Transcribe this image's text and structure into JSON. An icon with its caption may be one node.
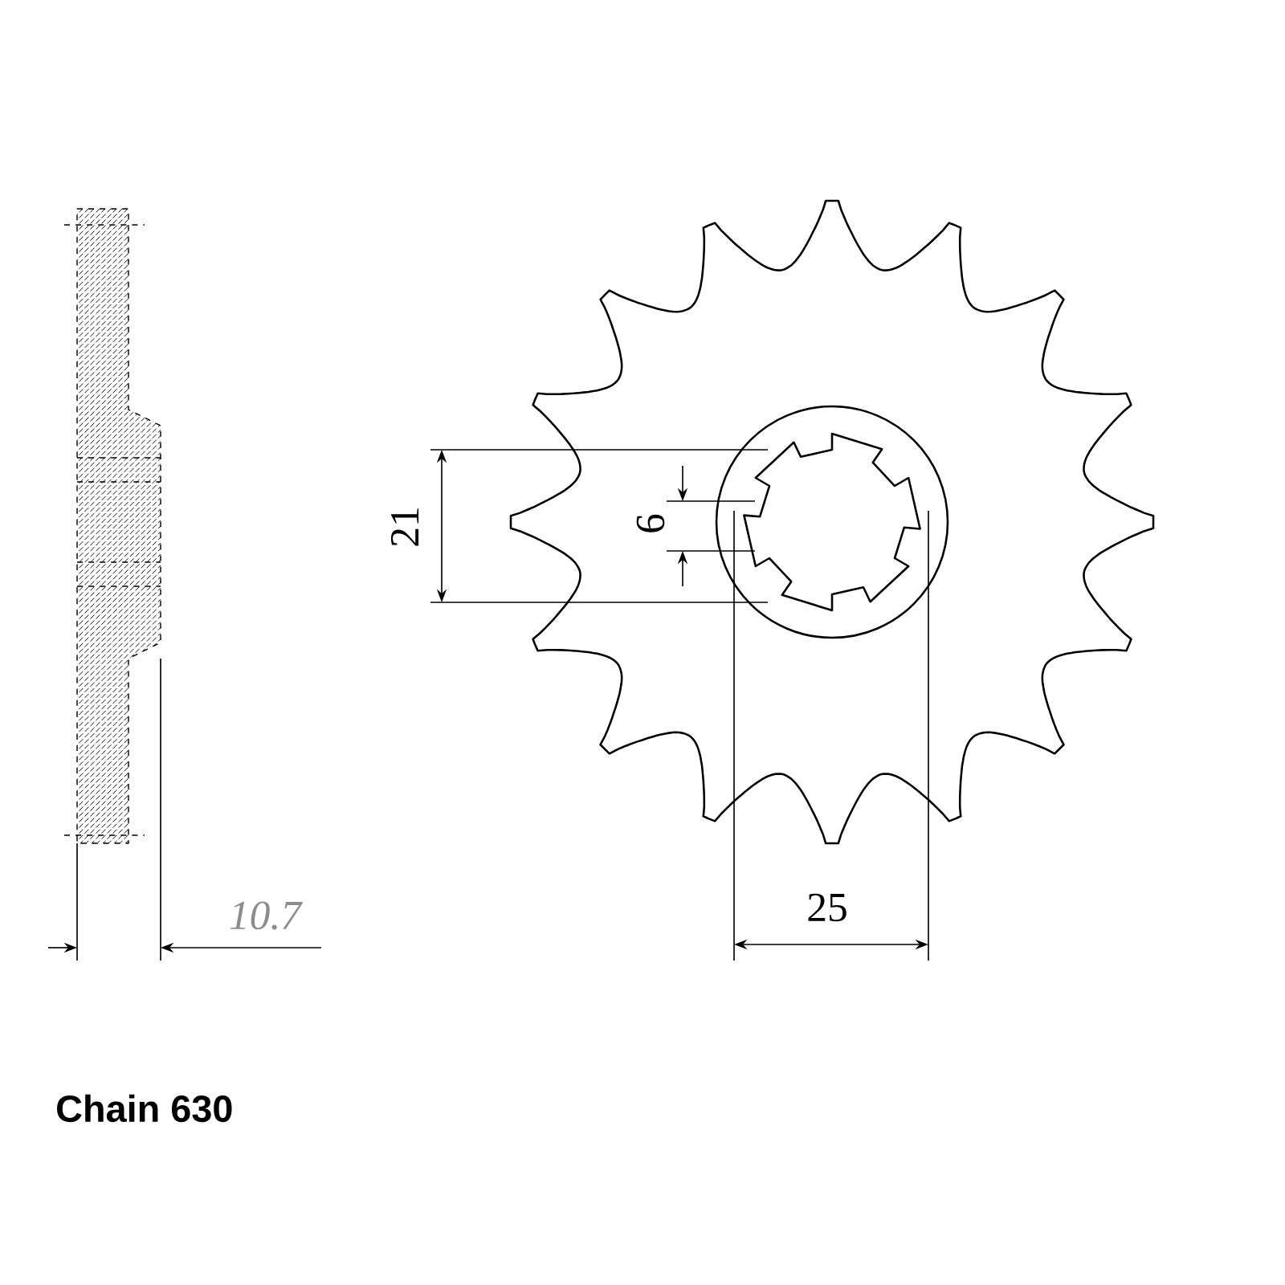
{
  "diagram": {
    "labels": [
      "21",
      "6",
      "25",
      "10.7",
      "Chain 630"
    ]
  }
}
